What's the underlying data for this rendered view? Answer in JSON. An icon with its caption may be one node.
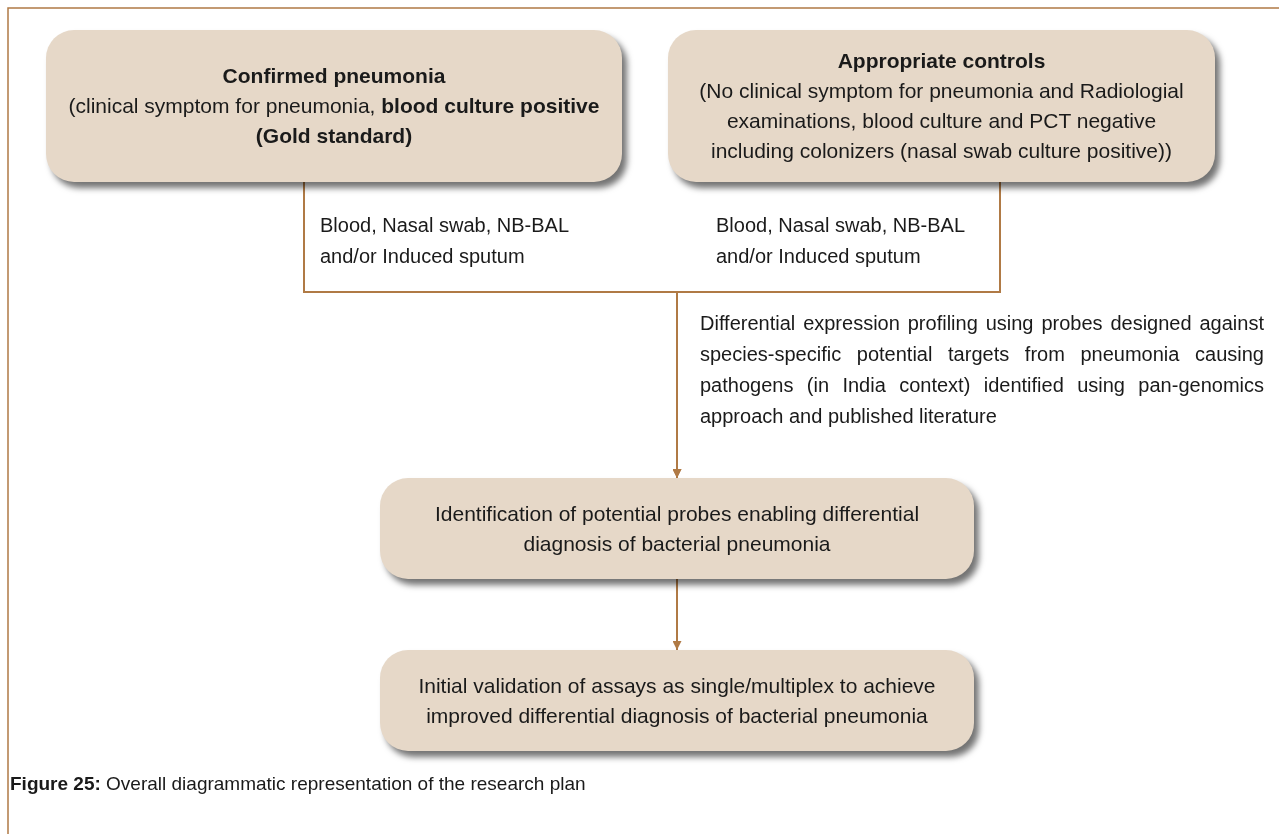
{
  "diagram": {
    "caption": "**Figure 25:** Overall diagrammatic representation of the research plan",
    "nodes": [
      {
        "text": [
          "Confirmed pneumonia",
          "(clinical symptom for pneumonia, **blood culture positive (Gold standard)**"
        ]
      },
      {
        "text": [
          "Appropriate controls",
          "(No clinical symptom for pneumonia and Radiologial examinations, blood culture and PCT negative including colonizers  (nasal swab culture positive))"
        ]
      },
      {
        "text": [
          "Identification of potential probes enabling differential diagnosis of bacterial pneumonia"
        ]
      },
      {
        "text": [
          "Initial validation of assays as single/multiplex to achieve improved differential diagnosis of bacterial pneumonia"
        ]
      }
    ],
    "edges": [
      {
        "from": 0,
        "to": 2,
        "arrow": "to",
        "label": "Blood, Nasal swab, NB-BAL and/or Induced sputum"
      },
      {
        "from": 1,
        "to": 2,
        "arrow": "to",
        "label": "Blood, Nasal swab, NB-BAL and/or Induced sputum"
      },
      {
        "from": 2,
        "to": 3,
        "arrow": "to"
      }
    ],
    "labels": [
      "Differential expression profiling using probes designed against species-specific potential targets from pneumonia causing pathogens (in India context) identified using pan-genomics approach and published literature"
    ]
  }
}
